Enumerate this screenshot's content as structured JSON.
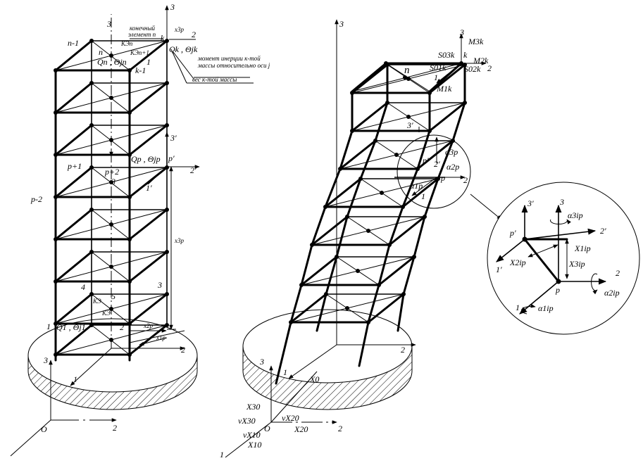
{
  "left_building": {
    "axes": {
      "axis_1": "1",
      "axis_2": "2",
      "axis_3": "3",
      "top_axis_3": "3",
      "origin": "O",
      "local_1": "1′",
      "local_2": "2′",
      "local_3": "3′"
    },
    "nodes": {
      "n_minus_1": "n-1",
      "k": "k",
      "n": "n",
      "k_minus_1": "k-1",
      "one_top": "1",
      "p_plus_1": "p+1",
      "p_plus_2": "p+2",
      "three_mid": "3",
      "p_prime": "p′",
      "p_minus_2": "p-2",
      "four": "4",
      "five": "5",
      "three_low": "3",
      "one": "1",
      "two": "2"
    },
    "annotations": {
      "finite_element_line1": "конечный",
      "finite_element_line2": "элемент n",
      "ke_n": "КЭn",
      "ke_n_plus": "КЭn+1",
      "qk_label": "Qk , Θjk",
      "inertia_line1": "момент инерции к-той",
      "inertia_line2": "массы относительно оси j",
      "weight": "вес к-той массы",
      "qn_label": "Qn , Θjn",
      "qp_label": "Qp , Θjp",
      "q1_label": "Q1 , Θj1",
      "ke_5": "КЭ",
      "ke_bottom": "КЭ",
      "x3p_top": "x3p",
      "x3p": "x3p",
      "x2p": "x2p",
      "x1p": "x1p"
    }
  },
  "middle_building": {
    "axes": {
      "axis_3": "3",
      "axis_2": "2",
      "axis_1": "1",
      "origin": "O",
      "base_3": "3",
      "base_2": "2",
      "base_1": "1"
    },
    "labels": {
      "top_3": "3",
      "m3k": "M3k",
      "s3k": "S03k",
      "k": "k",
      "m2k": "M2k",
      "n": "n",
      "s1k": "S01k",
      "s2k": "S02k",
      "one": "1",
      "two": "2",
      "m1k": "M1k",
      "three_prime": "3′",
      "p_prime": "p′",
      "two_prime": "2′",
      "alpha3p": "α3p",
      "alpha2p": "α2p",
      "p": "p",
      "two_low": "2",
      "alpha1p": "α1p",
      "one_low": "1",
      "x0": "X0",
      "x30": "X30",
      "vx30": "vX30",
      "x20": "X20",
      "vx10": "vX10",
      "vx20": "vX20",
      "x10": "X10"
    }
  },
  "detail_circle": {
    "labels": {
      "three_prime": "3′",
      "three": "3",
      "alpha3": "α3ip",
      "p_prime": "p′",
      "two_prime": "2′",
      "x1": "X1ip",
      "one_prime": "1′",
      "x2": "X2ip",
      "x3": "X3ip",
      "two": "2",
      "p": "p",
      "alpha2": "α2ip",
      "one": "1",
      "alpha1": "α1ip"
    }
  }
}
